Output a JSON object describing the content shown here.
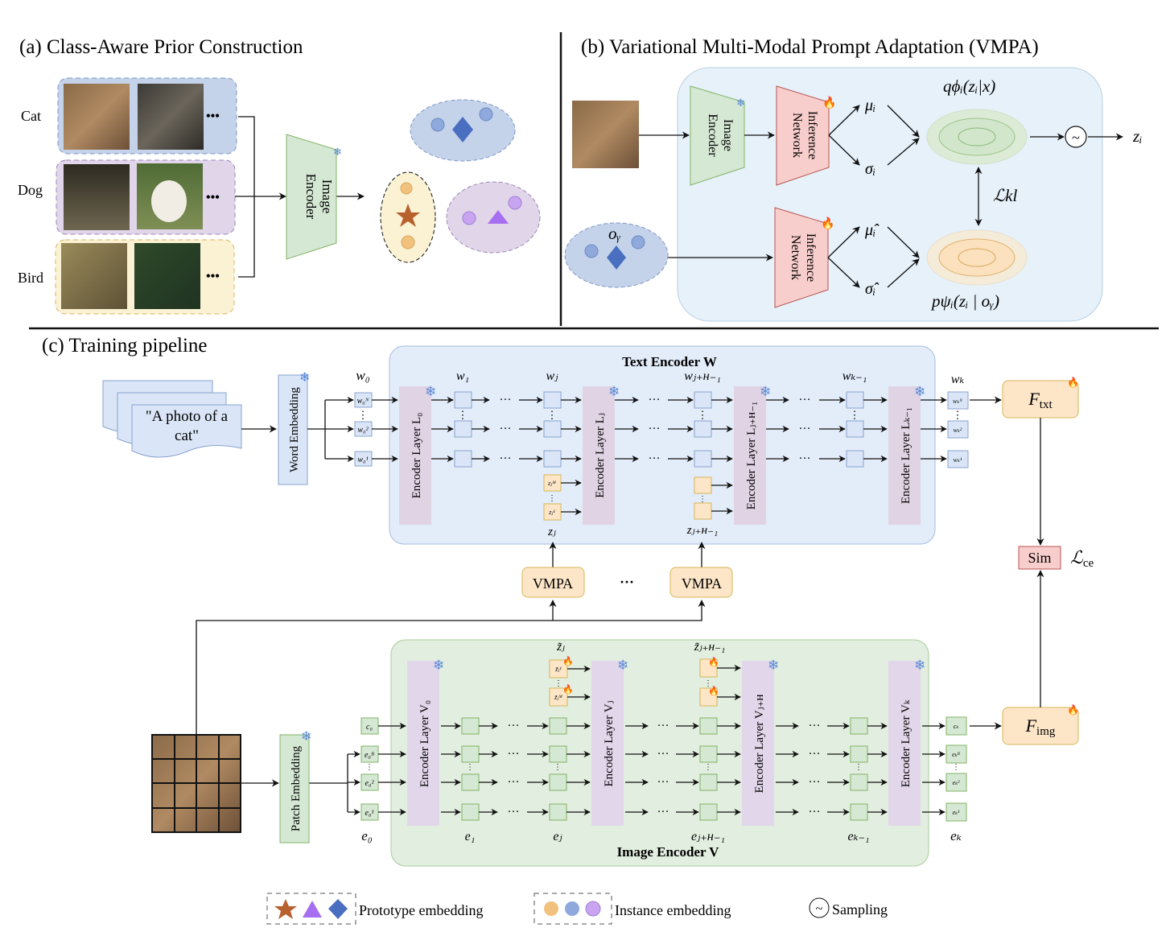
{
  "panels": {
    "a": {
      "title": "(a) Class-Aware Prior Construction",
      "classes": [
        {
          "label": "Cat",
          "color": "#c5d3ea",
          "border": "#7d97c7"
        },
        {
          "label": "Dog",
          "color": "#e1d5ea",
          "border": "#9b86b8"
        },
        {
          "label": "Bird",
          "color": "#fbf1d3",
          "border": "#d7b764"
        }
      ],
      "ellipsis": "•••",
      "encoder_line1": "Image",
      "encoder_line2": "Encoder"
    },
    "b": {
      "title": "(b) Variational Multi-Modal Prompt Adaptation (VMPA)",
      "image_encoder_line1": "Image",
      "image_encoder_line2": "Encoder",
      "inference_line1": "Inference",
      "inference_line2": "Network",
      "phi_sub": "ϕᵢ",
      "psi_sub": "ψᵢ",
      "mu": "μᵢ",
      "sigma": "σᵢ",
      "mu_hat": "μ̂ᵢ",
      "sigma_hat": "σ̂ᵢ",
      "q_label": "qϕᵢ(zᵢ|x)",
      "p_label": "pψᵢ(zᵢ | oᵧ)",
      "kl_label": "ℒkl",
      "o_y": "oᵧ",
      "z_i": "zᵢ",
      "sampling_symbol": "~"
    },
    "c": {
      "title": "(c) Training pipeline",
      "prompt_text_line1": "\"A photo of a",
      "prompt_text_line2": "cat\"",
      "word_embedding": "Word Embedding",
      "patch_embedding": "Patch Embedding",
      "text_encoder_title": "Text Encoder W",
      "image_encoder_title": "Image Encoder V",
      "text_layers": [
        "Encoder Layer L₀",
        "Encoder Layer Lⱼ",
        "Encoder Layer Lⱼ₊ʜ₋₁",
        "Encoder Layer Lₖ₋₁"
      ],
      "image_layers": [
        "Encoder Layer V₀",
        "Encoder Layer Vⱼ",
        "Encoder Layer Vⱼ₊ʜ",
        "Encoder Layer Vₖ"
      ],
      "text_col_labels": [
        "w₀",
        "w₁",
        "wⱼ",
        "wⱼ₊ʜ₋₁",
        "wₖ₋₁",
        "wₖ"
      ],
      "image_col_labels": [
        "e₀",
        "e₁",
        "eⱼ",
        "eⱼ₊ʜ₋₁",
        "eₖ₋₁",
        "eₖ"
      ],
      "w0_tokens": [
        "w₀ᴺ",
        "w₀²",
        "w₀¹"
      ],
      "wK_tokens": [
        "wₖᴺ",
        "wₖ²",
        "wₖ¹"
      ],
      "e0_tokens": [
        "c₀",
        "e₀ᴮ",
        "e₀²",
        "e₀¹"
      ],
      "eK_tokens": [
        "cₖ",
        "eₖᴮ",
        "eₖ²",
        "eₖ¹"
      ],
      "zJ_tokens": [
        "zⱼᴹ",
        "zⱼ¹"
      ],
      "zJ_label": "zⱼ",
      "zJH_label": "zⱼ₊ʜ₋₁",
      "zt_tokens": [
        "z̃ⱼ¹",
        "z̃ⱼᴹ"
      ],
      "zt_label": "z̃ⱼ",
      "ztH_label": "z̃ⱼ₊ʜ₋₁",
      "vmpa_label": "VMPA",
      "vmpa_dots": "···",
      "f_txt": "F",
      "f_txt_sub": "txt",
      "f_img": "F",
      "f_img_sub": "img",
      "sim": "Sim",
      "ce_label": "ℒ",
      "ce_sub": "ce",
      "dots": "···",
      "vdots": "⋮"
    }
  },
  "legend": {
    "prototype": "Prototype embedding",
    "instance": "Instance embedding",
    "sampling": "Sampling"
  },
  "colors": {
    "blue_box": "#dae6f7",
    "blue_border": "#8aa3cf",
    "green_box": "#d5e8d4",
    "green_border": "#82b366",
    "purple_layer": "#e1d5e7",
    "orange_box": "#fde6c8",
    "orange_border": "#d6b656",
    "red_net": "#f8cecc",
    "red_border": "#b85450",
    "star": "#b8612e",
    "triangle": "#a66ef0",
    "diamond": "#4a6fc0",
    "inst_orange": "#f1c17e",
    "inst_blue": "#8fa9dc",
    "inst_purple": "#c9a4f0"
  }
}
